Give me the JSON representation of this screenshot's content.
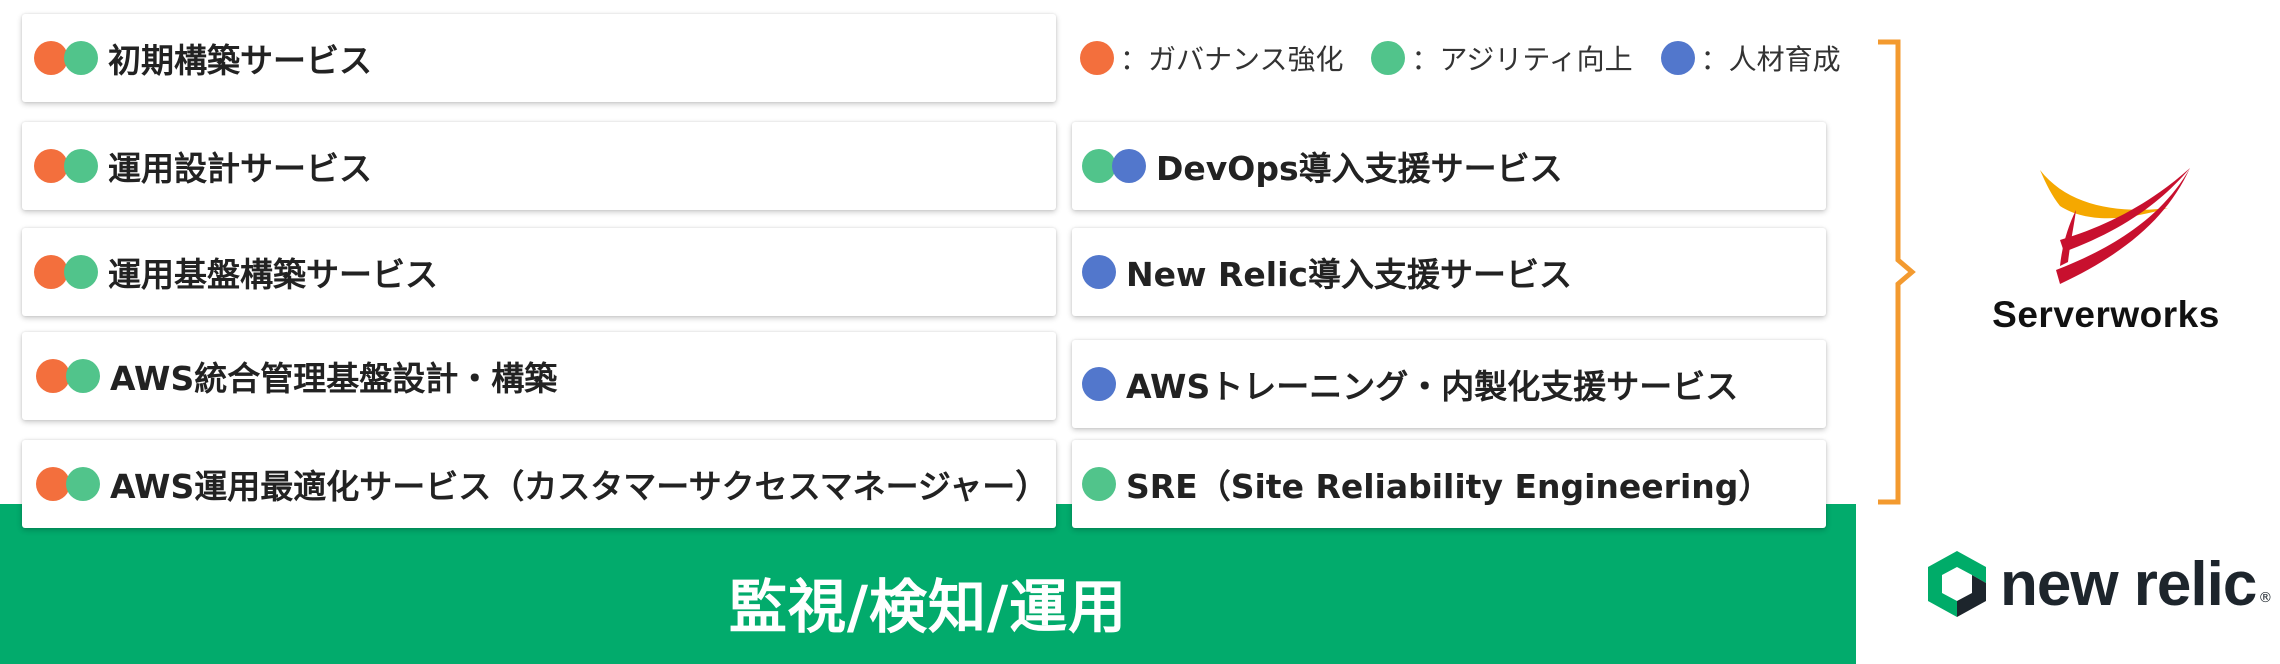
{
  "band": {
    "label": "監視/検知/運用"
  },
  "legend": [
    {
      "color": "orange",
      "text": "：ガバナンス強化"
    },
    {
      "color": "green",
      "text": "：アジリティ向上"
    },
    {
      "color": "blue",
      "text": "：人材育成"
    }
  ],
  "left_services": [
    {
      "dots": [
        "orange",
        "green"
      ],
      "label": "初期構築サービス"
    },
    {
      "dots": [
        "orange",
        "green"
      ],
      "label": "運用設計サービス"
    },
    {
      "dots": [
        "orange",
        "green"
      ],
      "label": "運用基盤構築サービス"
    },
    {
      "dots": [
        "orange",
        "green"
      ],
      "label": "AWS統合管理基盤設計・構築"
    },
    {
      "dots": [
        "orange",
        "green"
      ],
      "label": "AWS運用最適化サービス（カスタマーサクセスマネージャー）"
    }
  ],
  "right_services": [
    {
      "dots": [
        "green",
        "blue"
      ],
      "label": "DevOps導入支援サービス"
    },
    {
      "dots": [
        "blue"
      ],
      "label": "New Relic導入支援サービス"
    },
    {
      "dots": [
        "blue"
      ],
      "label": "AWSトレーニング・内製化支援サービス"
    },
    {
      "dots": [
        "green"
      ],
      "label": "SRE（Site Reliability Engineering）"
    }
  ],
  "logos": {
    "serverworks": "Serverworks",
    "newrelic": "new relic",
    "newrelic_mark": "®"
  },
  "colors": {
    "orange": "#f36f3d",
    "green": "#51c48b",
    "blue": "#5277cc",
    "band": "#02ab6c",
    "brace": "#f39a2f"
  }
}
